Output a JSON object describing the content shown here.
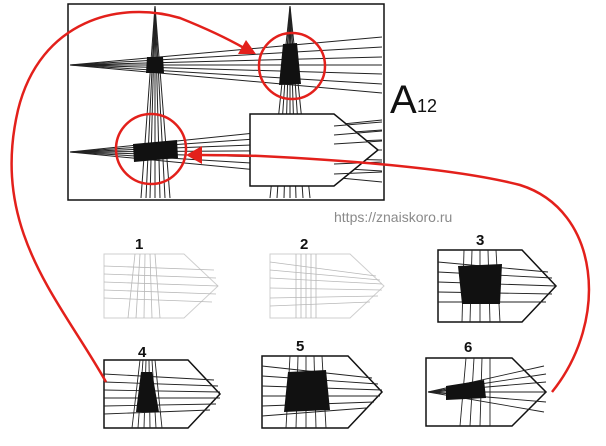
{
  "puzzle_label": {
    "main": "A",
    "sub": "12"
  },
  "watermark_url": "https://znaiskoro.ru",
  "options": [
    {
      "number": "1"
    },
    {
      "number": "2"
    },
    {
      "number": "3"
    },
    {
      "number": "4"
    },
    {
      "number": "5"
    },
    {
      "number": "6"
    }
  ],
  "colors": {
    "arrow": "#e3201b",
    "circle": "#e3201b",
    "ink": "#111111",
    "faint_line": "#b8b8b8",
    "url": "#8a8a8a"
  }
}
